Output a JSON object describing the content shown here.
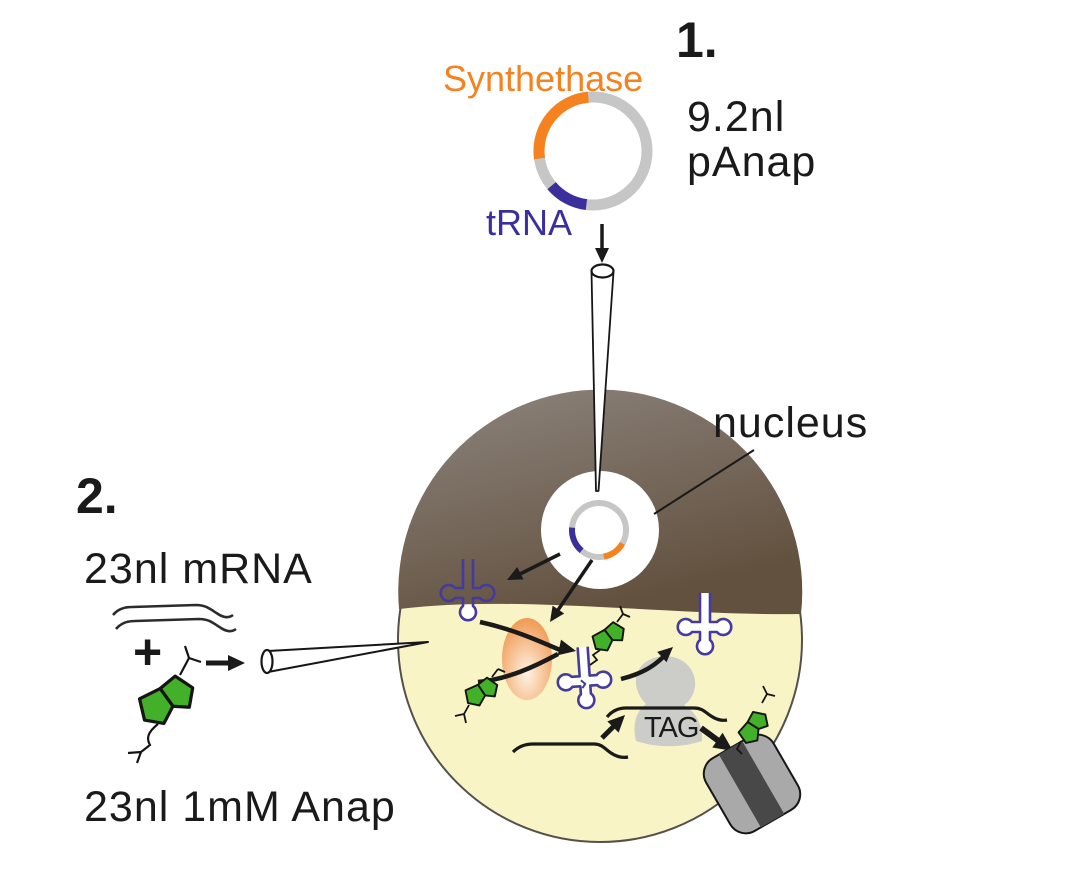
{
  "colors": {
    "ink": "#1a1a1a",
    "orange": "#f5821f",
    "indigo": "#3a2f9d",
    "trna": "#453a9e",
    "green": "#43b02a",
    "cell-yellow": "#f9f4c5",
    "ring-gray": "#c6c6c6",
    "blob-gray": "#c9c9c9",
    "barrel-gray": "#a9a9a9",
    "barrel-band": "#484848"
  },
  "step1": {
    "number": "1.",
    "volume": "9.2nl",
    "plasmid_name": "pAnap",
    "synthetase_label": "Synthethase",
    "trna_label": "tRNA"
  },
  "cell": {
    "nucleus_label": "nucleus",
    "stop_codon_label": "TAG"
  },
  "step2": {
    "number": "2.",
    "mrna_label": "23nl mRNA",
    "plus_sign": "+",
    "anap_label": "23nl 1mM Anap"
  }
}
